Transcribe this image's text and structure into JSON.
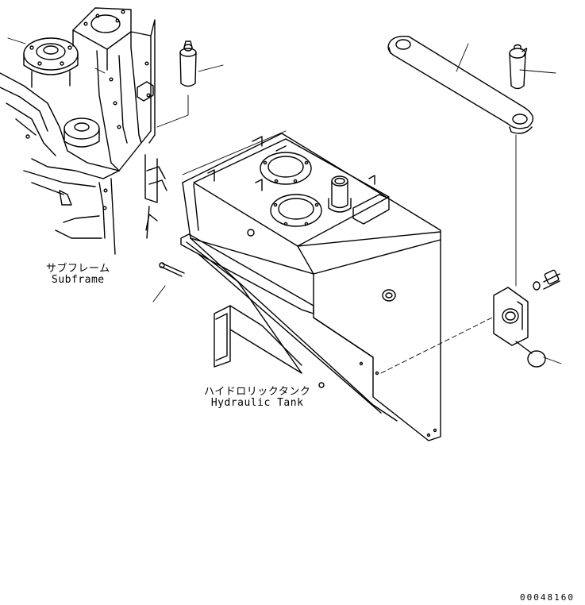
{
  "labels": {
    "subframe_jp": "サブフレーム",
    "subframe_en": "Subframe",
    "tank_jp": "ハイドロリックタンク",
    "tank_en": "Hydraulic Tank"
  },
  "drawing_code": "00048160"
}
